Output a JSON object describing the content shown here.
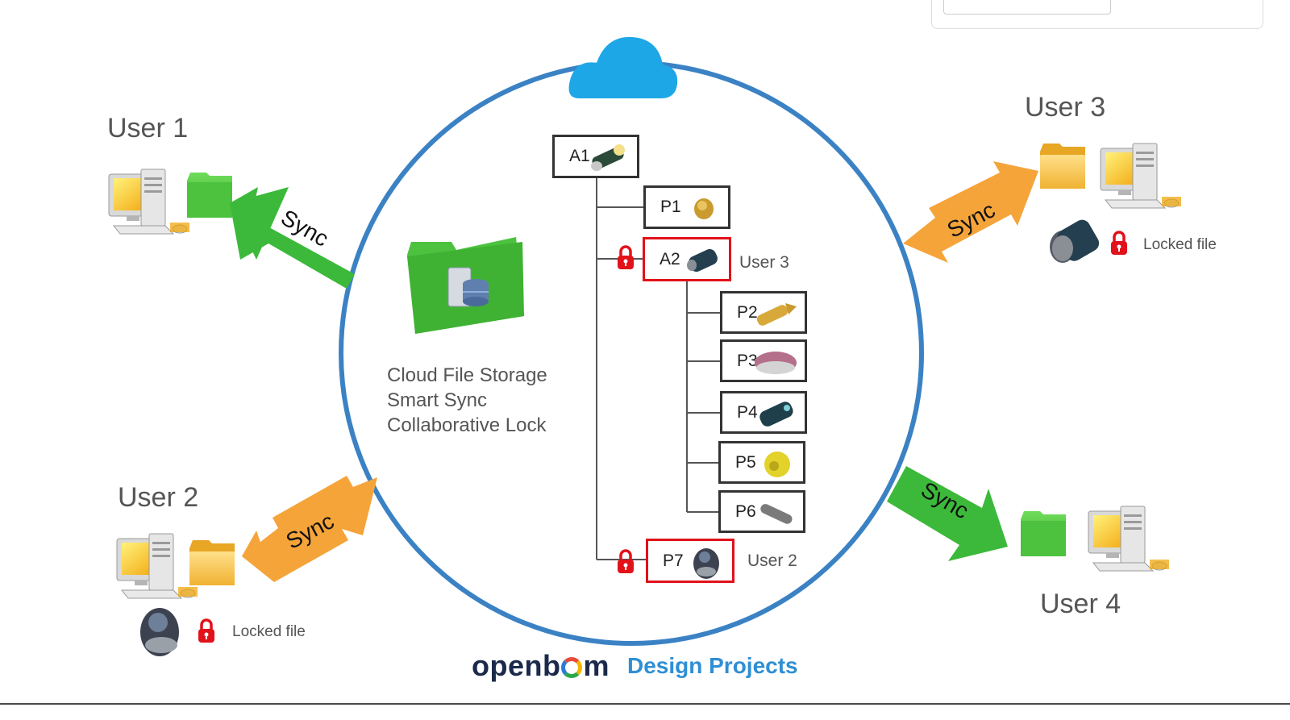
{
  "users": {
    "user1": "User 1",
    "user2": "User 2",
    "user3": "User 3",
    "user4": "User 4"
  },
  "sync_label": "Sync",
  "locked_file_label": "Locked file",
  "features": {
    "line1": "Cloud File Storage",
    "line2": "Smart Sync",
    "line3": "Collaborative Lock"
  },
  "tree": {
    "a1": "A1",
    "p1": "P1",
    "a2": "A2",
    "a2_owner": "User 3",
    "p2": "P2",
    "p3": "P3",
    "p4": "P4",
    "p5": "P5",
    "p6": "P6",
    "p7": "P7",
    "p7_owner": "User 2"
  },
  "brand": {
    "logo_prefix": "openb",
    "logo_suffix": "m",
    "tagline": "Design Projects"
  },
  "colors": {
    "circle": "#3b82c4",
    "cloud": "#1ea7e6",
    "sync_green": "#3cb93a",
    "sync_orange": "#f5a43a",
    "lock_red": "#e1121a",
    "folder_green": "#4cc23f",
    "folder_yellow": "#f7c64a",
    "brand_blue": "#2f8fd4"
  }
}
